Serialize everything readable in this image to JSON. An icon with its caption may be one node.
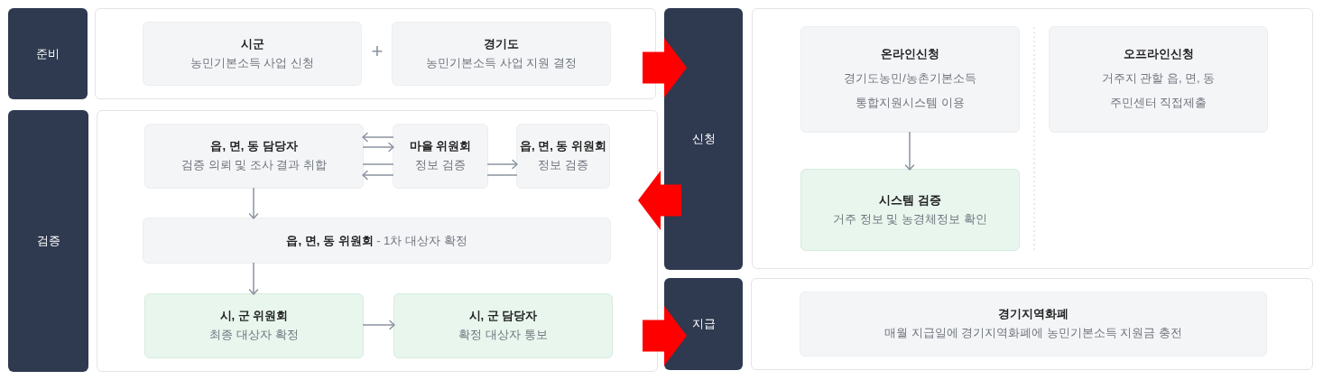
{
  "diagram": {
    "nodes": [
      {
        "text": [
          "준비"
        ]
      },
      {
        "text": [],
        "shape": "box"
      },
      {
        "text": [
          "시군",
          "농민기본소득 사업 신청"
        ],
        "in": 1
      },
      {
        "text": [
          "경기도",
          "농민기본소득 사업 지원 결정"
        ],
        "in": 1
      },
      {
        "text": [
          "검증"
        ]
      },
      {
        "text": [],
        "shape": "box"
      },
      {
        "text": [
          "읍, 면, 동 담당자",
          "검증 의뢰 및 조사 결과 취합"
        ],
        "in": 5
      },
      {
        "text": [
          "마을 위원회",
          "정보 검증"
        ],
        "in": 5
      },
      {
        "text": [
          "읍, 면, 동 위원회",
          "정보 검증"
        ],
        "in": 5
      },
      {
        "text": [
          "**읍, 면, 동 위원회** - 1차 대상자 확정"
        ],
        "in": 5
      },
      {
        "text": [
          "시, 군 위원회",
          "최종 대상자 확정"
        ],
        "in": 5
      },
      {
        "text": [
          "시, 군 담당자",
          "확정 대상자 통보"
        ],
        "in": 5
      },
      {
        "text": [
          "신청"
        ]
      },
      {
        "text": [],
        "shape": "box"
      },
      {
        "text": [
          "온라인신청",
          "경기도농민/농촌기본소득 통합지원시스템 이용"
        ],
        "in": 13
      },
      {
        "text": [
          "오프라인신청",
          "거주지 관할 읍, 면, 동 주민센터 직접제출"
        ],
        "in": 13
      },
      {
        "text": [
          "시스템 검증",
          "거주 정보 및 농경체정보 확인"
        ],
        "in": 13
      },
      {
        "text": [
          "지급"
        ]
      },
      {
        "text": [],
        "shape": "box"
      },
      {
        "text": [
          "경기지역화폐",
          "매월 지급일에 경기지역화폐에 농민기본소득 지원금 충전"
        ],
        "in": 18
      }
    ],
    "edges": [
      {
        "from": 1,
        "to": 12,
        "arrow": "to",
        "style": "thick",
        "color": "#ff0000"
      },
      {
        "from": 12,
        "to": 5,
        "arrow": "to",
        "style": "thick",
        "color": "#ff0000"
      },
      {
        "from": 5,
        "to": 17,
        "arrow": "to",
        "style": "thick",
        "color": "#ff0000"
      },
      {
        "from": 7,
        "to": 6,
        "arrow": "to"
      },
      {
        "from": 6,
        "to": 7,
        "arrow": "to"
      },
      {
        "from": 6,
        "to": 7,
        "arrow": "none"
      },
      {
        "from": 7,
        "to": 6,
        "arrow": "to"
      },
      {
        "from": 7,
        "to": 8,
        "arrow": "to"
      },
      {
        "from": 7,
        "to": 8,
        "arrow": "none"
      },
      {
        "from": 6,
        "to": 9,
        "arrow": "to"
      },
      {
        "from": 9,
        "to": 10,
        "arrow": "to"
      },
      {
        "from": 10,
        "to": 11,
        "arrow": "to"
      },
      {
        "from": 14,
        "to": 16,
        "arrow": "to"
      }
    ],
    "labels": [
      "+"
    ]
  }
}
